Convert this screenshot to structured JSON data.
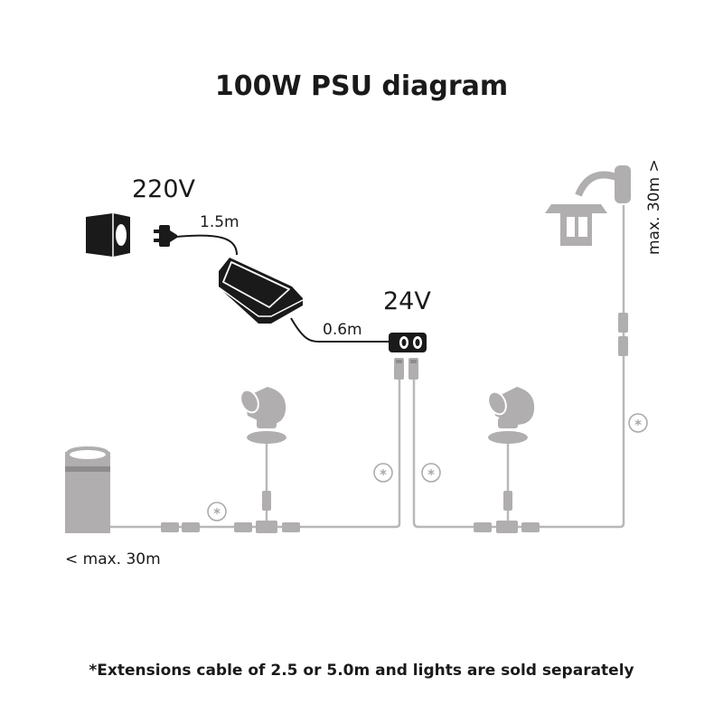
{
  "title": "100W PSU diagram",
  "labels": {
    "mains_voltage": "220V",
    "output_voltage": "24V",
    "plug_cable_length": "1.5m",
    "output_cable_length": "0.6m",
    "left_max_run": "< max. 30m",
    "right_max_run": "max. 30m >"
  },
  "extension_marker": "*",
  "footnote": "*Extensions cable of 2.5 or 5.0m and lights are sold separately",
  "colors": {
    "device": "#1a1a1a",
    "light": "#b0aeae",
    "cable": "#b9b7b7",
    "light_dark": "#8e8c8c",
    "text": "#1a1a1a"
  },
  "icons": [
    "wall-socket-icon",
    "plug-icon",
    "power-supply-icon",
    "splitter-icon",
    "bollard-light-icon",
    "spot-light-icon",
    "wall-lantern-icon",
    "connector-icon",
    "t-connector-icon",
    "extension-marker-icon"
  ]
}
